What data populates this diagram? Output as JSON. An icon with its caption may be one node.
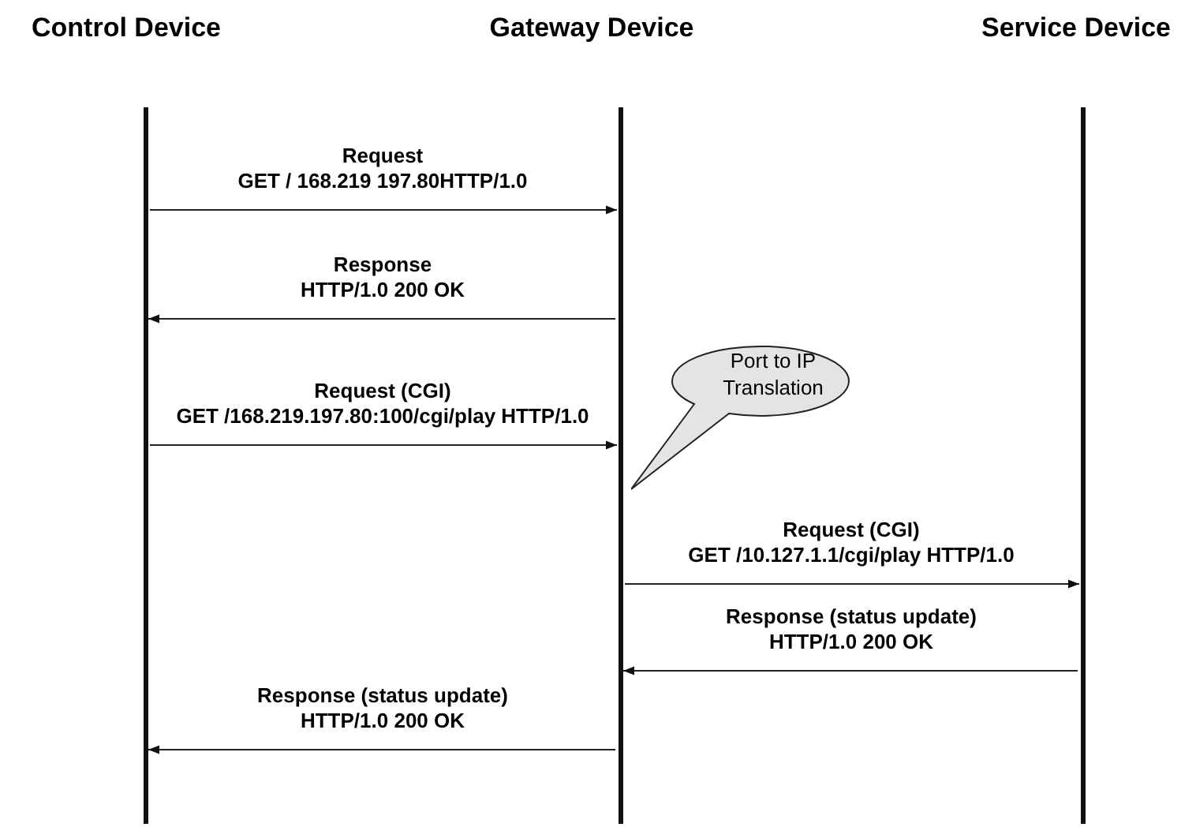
{
  "diagram": {
    "nodes": [
      {
        "text": [
          "Control Device"
        ]
      },
      {
        "text": [
          "Gateway Device"
        ]
      },
      {
        "text": [
          "Service Device"
        ]
      },
      {
        "text": [
          "Port to IP Translation"
        ]
      }
    ],
    "edges": [
      {
        "from": 0,
        "to": 1,
        "arrow": "to",
        "label": "Request GET / 168.219 197.80HTTP/1.0"
      },
      {
        "from": 1,
        "to": 0,
        "arrow": "to",
        "label": "Response HTTP/1.0 200 OK"
      },
      {
        "from": 0,
        "to": 1,
        "arrow": "to",
        "label": "Request (CGI) GET /168.219.197.80:100/cgi/play HTTP/1.0"
      },
      {
        "from": 1,
        "to": 2,
        "arrow": "to",
        "label": "Request (CGI) GET /10.127.1.1/cgi/play HTTP/1.0"
      },
      {
        "from": 2,
        "to": 1,
        "arrow": "to",
        "label": "Response (status update) HTTP/1.0 200 OK"
      },
      {
        "from": 1,
        "to": 0,
        "arrow": "to",
        "label": "Response (status update) HTTP/1.0 200 OK"
      }
    ]
  }
}
